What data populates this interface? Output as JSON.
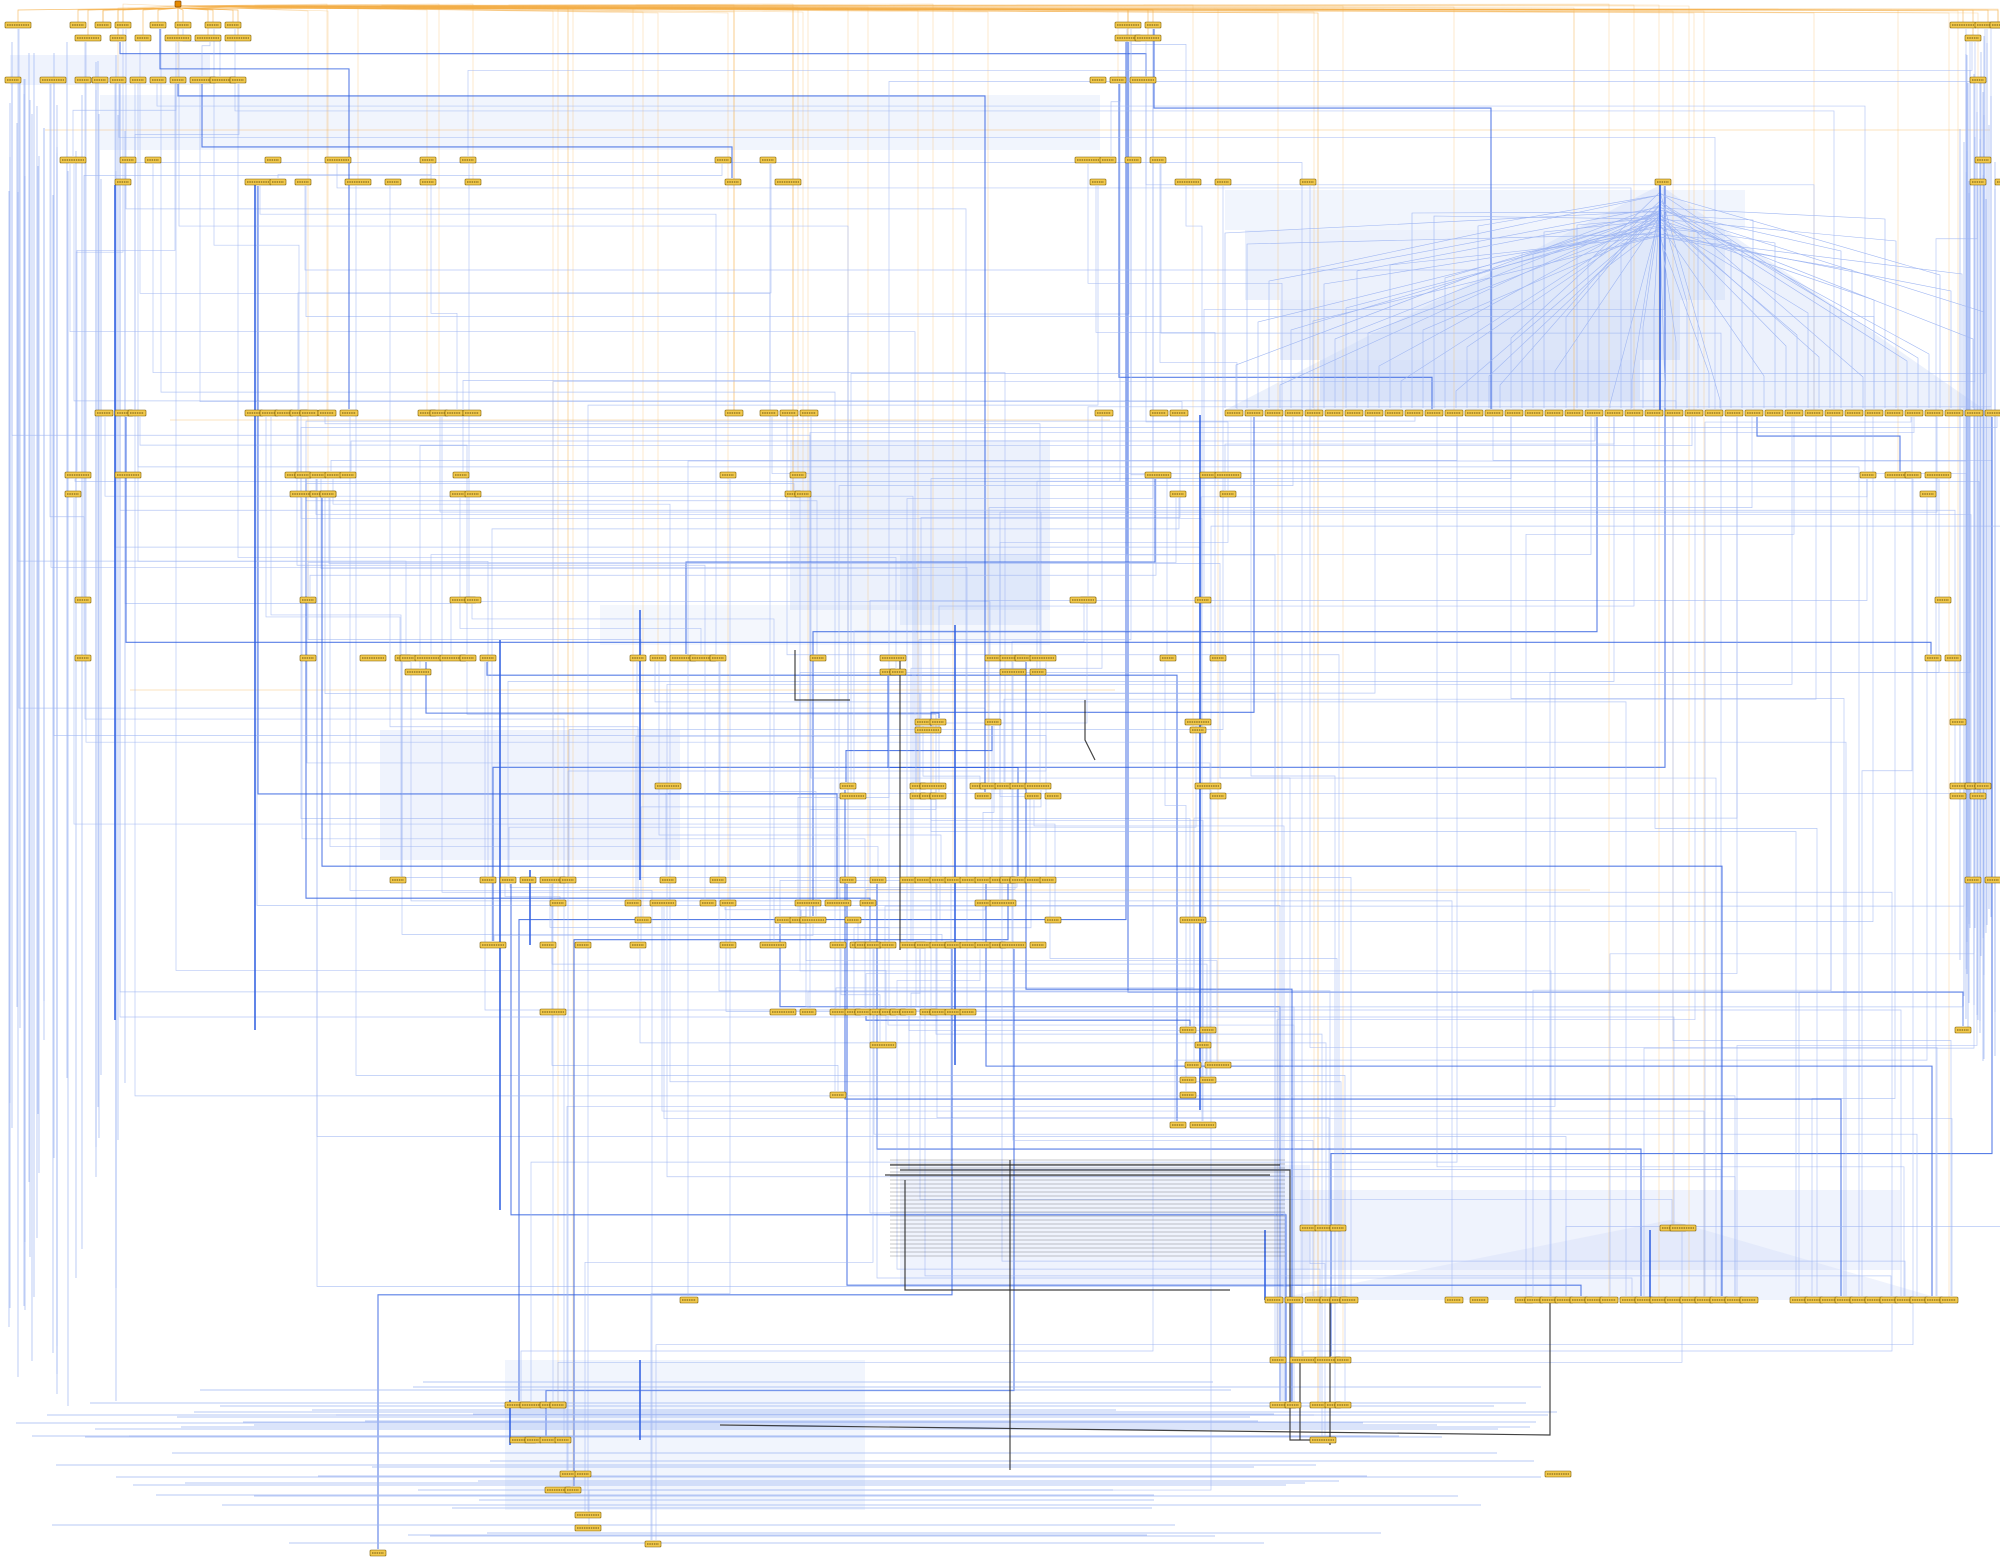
{
  "diagram": {
    "type": "dependency-graph",
    "node_labels_legible": false,
    "colors": {
      "background": "#ffffff",
      "node_fill": "#f2c94c",
      "node_stroke": "#7a5a00",
      "root_fill": "#e68a00",
      "edge_blue": "#2f5fe0",
      "edge_blue_light": "#9fb6f2",
      "edge_band": "#c9d7f7",
      "edge_orange": "#f5b04a",
      "edge_black": "#222222"
    },
    "edge_styles": [
      "orange-from-root",
      "blue-dependency",
      "black-dependency"
    ]
  }
}
